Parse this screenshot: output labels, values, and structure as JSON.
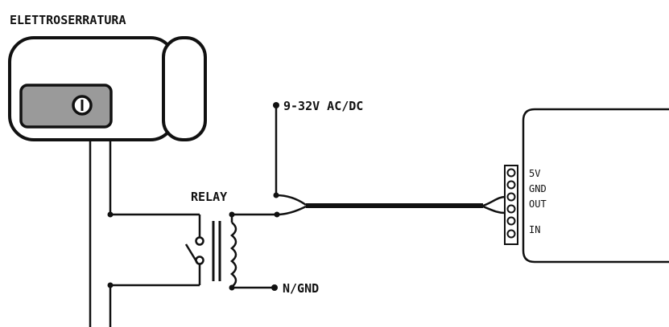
{
  "labels": {
    "lock": "ELETTROSERRATURA",
    "relay": "RELAY",
    "supply": "9-32V AC/DC",
    "ground": "N/GND"
  },
  "module": {
    "pins": [
      "5V",
      "GND",
      "OUT",
      "IN"
    ]
  },
  "colors": {
    "stroke": "#111111",
    "latch_fill": "#9a9a9a",
    "background": "#ffffff"
  }
}
